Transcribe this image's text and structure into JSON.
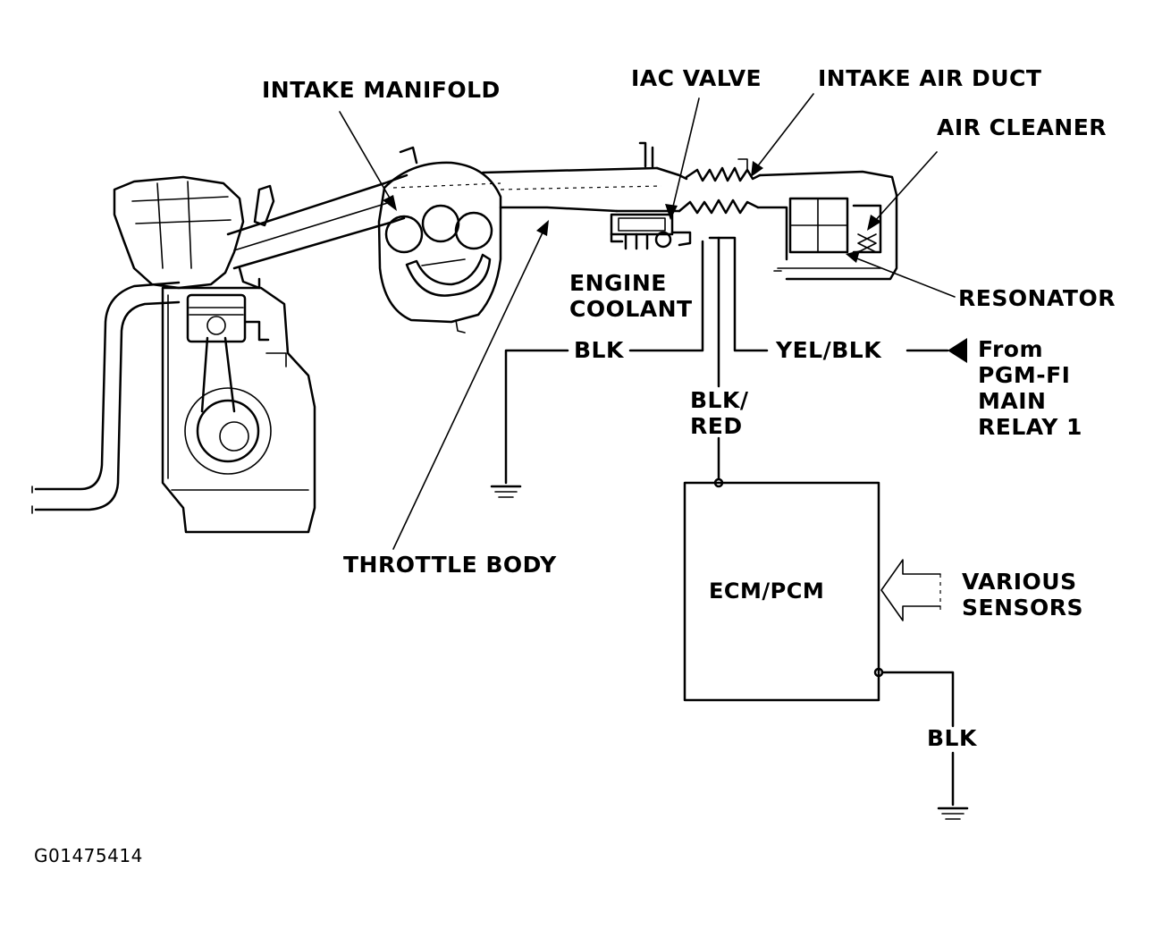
{
  "labels": {
    "intake_manifold": "INTAKE MANIFOLD",
    "iac_valve": "IAC VALVE",
    "intake_air_duct": "INTAKE AIR DUCT",
    "air_cleaner": "AIR CLEANER",
    "resonator": "RESONATOR",
    "engine_coolant": "ENGINE\nCOOLANT",
    "blk_left": "BLK",
    "yel_blk": "YEL/BLK",
    "from_relay": "From\nPGM-FI\nMAIN\nRELAY 1",
    "blk_red": "BLK/\nRED",
    "throttle_body": "THROTTLE BODY",
    "ecm_pcm": "ECM/PCM",
    "various_sensors": "VARIOUS\nSENSORS",
    "blk_bottom": "BLK",
    "figure_code": "G01475414"
  }
}
